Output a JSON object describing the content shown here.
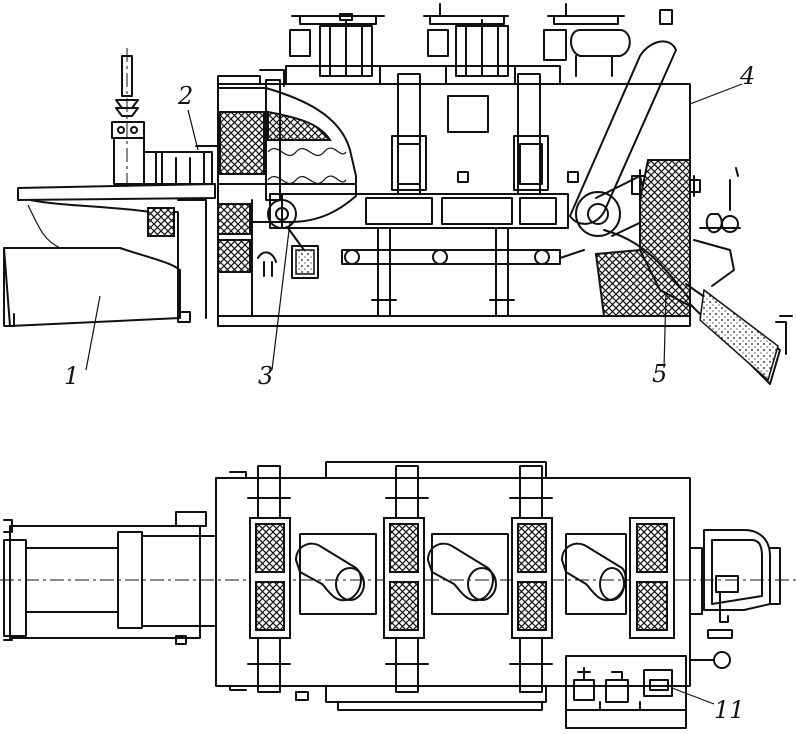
{
  "callouts": [
    {
      "id": "1",
      "text": "1"
    },
    {
      "id": "2",
      "text": "2"
    },
    {
      "id": "3",
      "text": "3"
    },
    {
      "id": "4",
      "text": "4"
    },
    {
      "id": "5",
      "text": "5"
    },
    {
      "id": "11",
      "text": "11"
    }
  ]
}
